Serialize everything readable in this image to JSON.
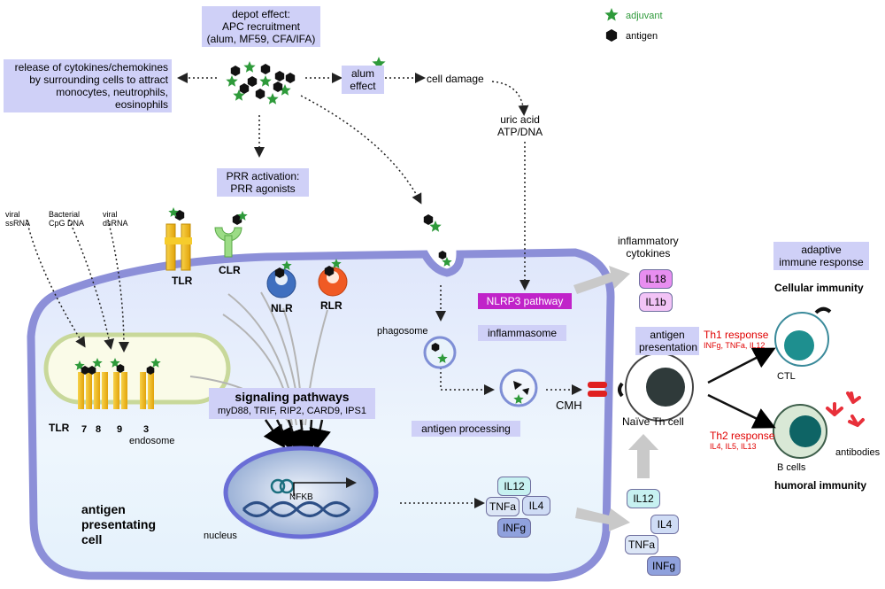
{
  "legend": {
    "adjuvant": "adjuvant",
    "antigen": "antigen",
    "adjuvant_color": "#2e9a3a",
    "antigen_color": "#111111"
  },
  "depot_box": {
    "line1": "depot effect:",
    "line2": "APC recruitment",
    "line3": "(alum, MF59, CFA/IFA)"
  },
  "release_box": {
    "line1": "release of cytokines/chemokines",
    "line2": "by surrounding cells to attract",
    "line3": "monocytes, neutrophils, eosinophils"
  },
  "alum_box": {
    "line1": "alum",
    "line2": "effect"
  },
  "cell_damage": "cell damage",
  "uric_acid": {
    "line1": "uric acid",
    "line2": "ATP/DNA"
  },
  "prr_box": {
    "line1": "PRR activation:",
    "line2": "PRR agonists"
  },
  "viral_ssrna": {
    "line1": "viral",
    "line2": "ssRNA"
  },
  "bacterial_cpg": {
    "line1": "Bacterial",
    "line2": "CpG DNA"
  },
  "viral_dsrna": {
    "line1": "viral",
    "line2": "dsRNA"
  },
  "receptors": {
    "tlr_surface": "TLR",
    "clr": "CLR",
    "nlr": "NLR",
    "rlr": "RLR"
  },
  "endosome": {
    "tlr": "TLR",
    "n7": "7",
    "n8": "8",
    "n9": "9",
    "n3": "3",
    "label": "endosome"
  },
  "signaling": {
    "title": "signaling pathways",
    "sub": "myD88, TRIF, RIP2, CARD9, IPS1"
  },
  "nucleus": {
    "nfkb": "NFKB",
    "label": "nucleus"
  },
  "apc_label": {
    "line1": "antigen",
    "line2": "presentating",
    "line3": "cell"
  },
  "phagosome": "phagosome",
  "antigen_processing": "antigen processing",
  "nlrp3": "NLRP3 pathway",
  "inflammasome": "inflammasome",
  "inflammatory": {
    "line1": "inflammatory",
    "line2": "cytokines",
    "il18": "IL18",
    "il1b": "IL1b"
  },
  "cyto_inner": {
    "il12": "IL12",
    "il4": "IL4",
    "tnfa": "TNFa",
    "infg": "INFg"
  },
  "cyto_outer": {
    "il12": "IL12",
    "il4": "IL4",
    "tnfa": "TNFa",
    "infg": "INFg"
  },
  "antigen_presentation": {
    "line1": "antigen",
    "line2": "presentation"
  },
  "cmh": "CMH",
  "naive_th": "Naïve Th cell",
  "adaptive_box": {
    "line1": "adaptive",
    "line2": "immune response"
  },
  "cellular_immunity": "Cellular immunity",
  "th1": {
    "title": "Th1 response",
    "sub": "INFg, TNFa, IL12"
  },
  "ctl": "CTL",
  "th2": {
    "title": "Th2 response",
    "sub": "IL4, IL5, IL13"
  },
  "b_cells": "B cells",
  "antibodies": "antibodies",
  "humoral_immunity": "humoral immunity",
  "colors": {
    "cell_border": "#8c8fd8",
    "cell_fill": "#e7f3fc",
    "box_fill": "#cfd0f7",
    "nlrp3": "#c023c9",
    "tlr": "#f2b30e",
    "red_text": "#e00000"
  }
}
